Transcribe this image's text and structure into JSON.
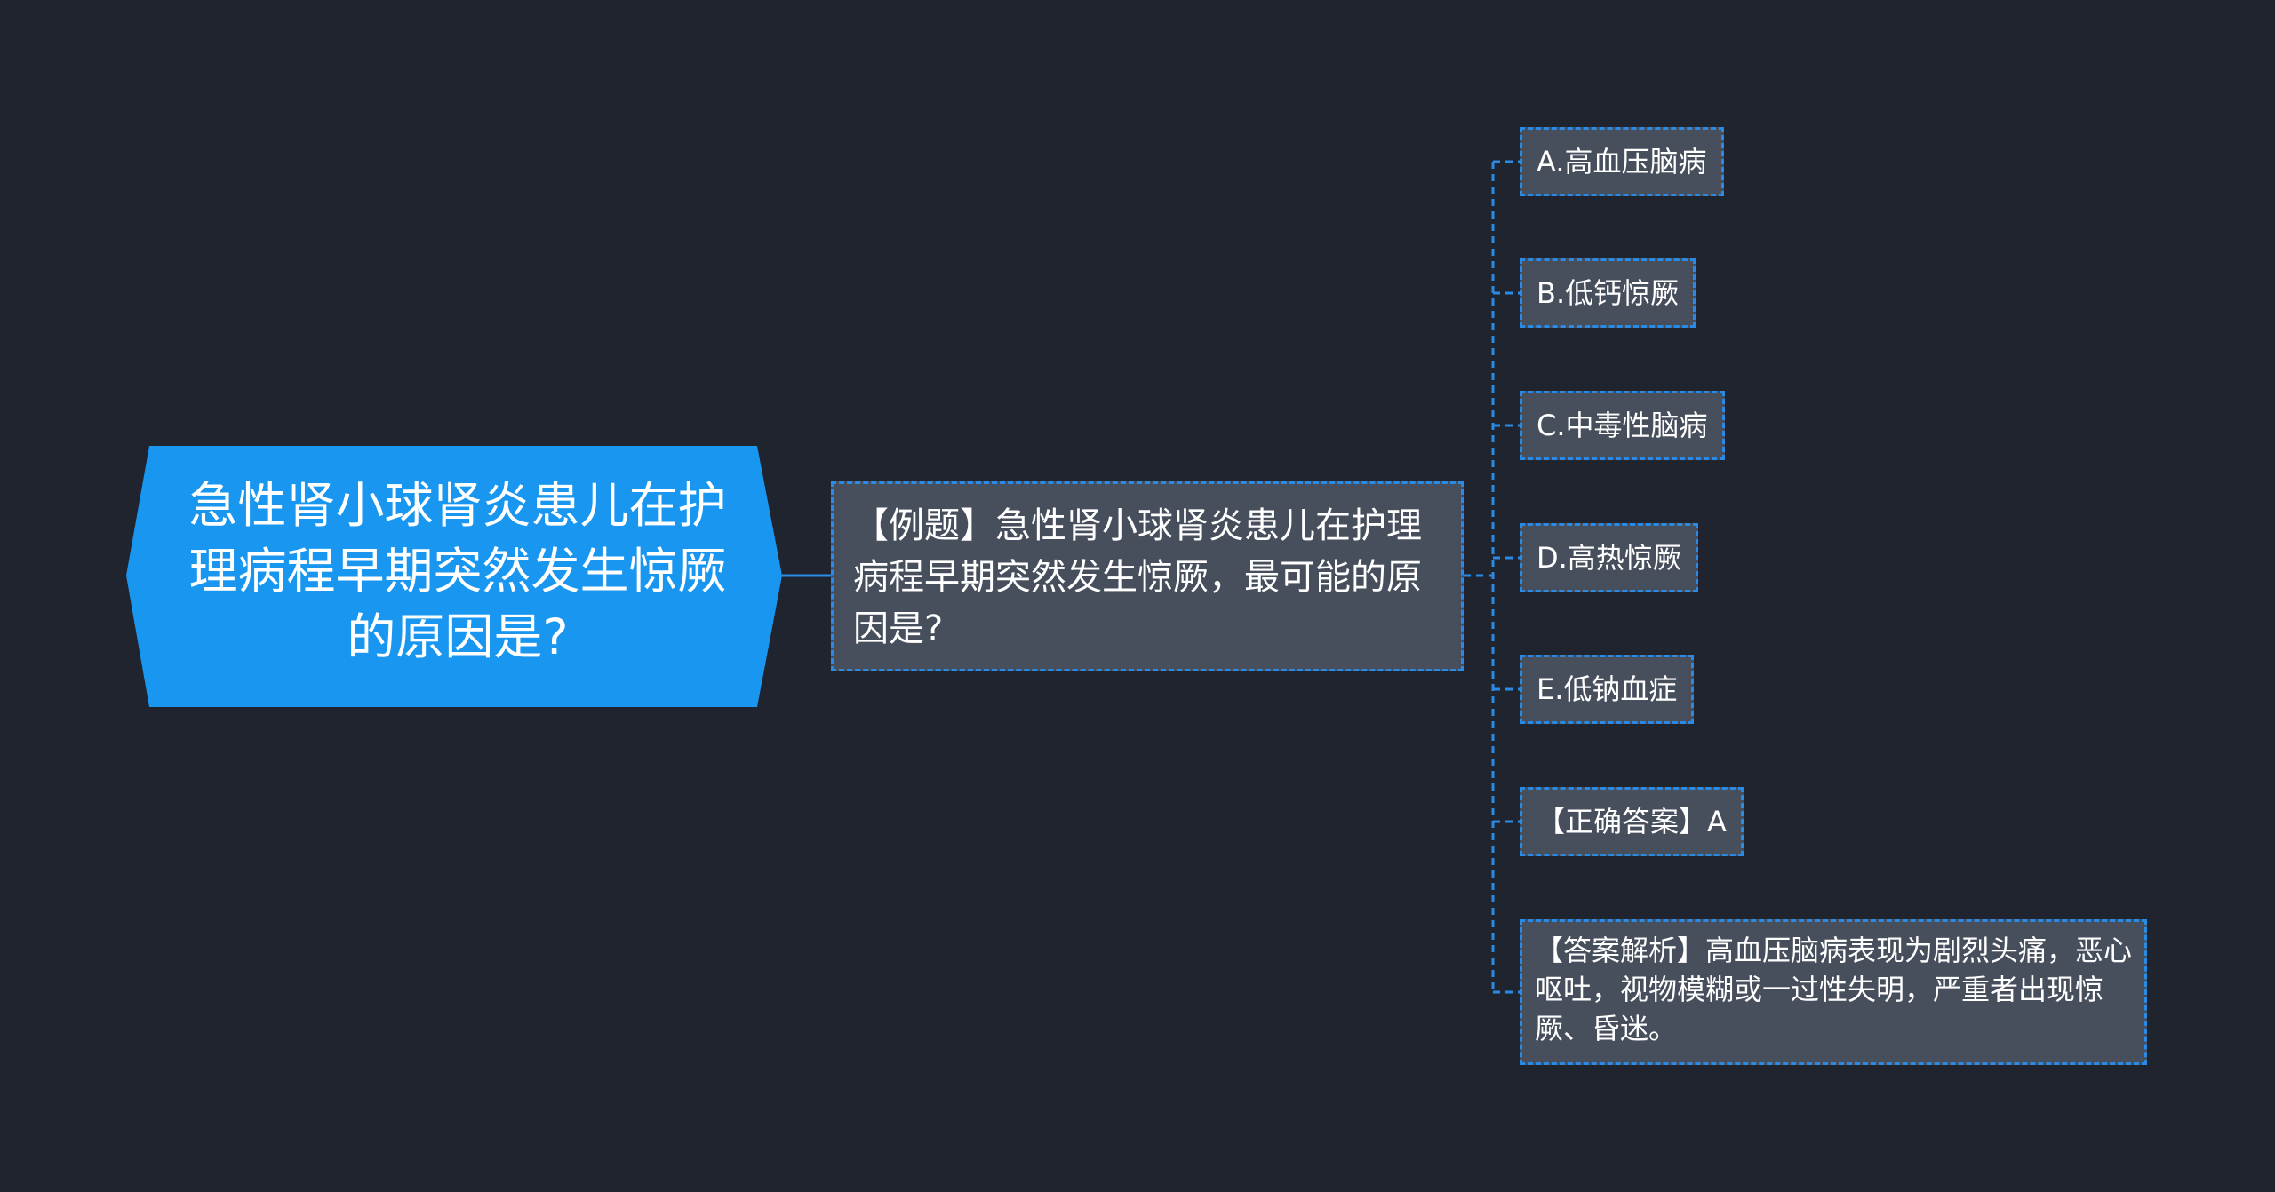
{
  "root": {
    "lines": [
      "急性肾小球肾炎患儿在护",
      "理病程早期突然发生惊厥",
      "的原因是?"
    ],
    "color": "#1997f0"
  },
  "question": {
    "text": "【例题】急性肾小球肾炎患儿在护理病程早期突然发生惊厥，最可能的原因是?"
  },
  "options": [
    {
      "label": "A.高血压脑病"
    },
    {
      "label": "B.低钙惊厥"
    },
    {
      "label": "C.中毒性脑病"
    },
    {
      "label": "D.高热惊厥"
    },
    {
      "label": "E.低钠血症"
    },
    {
      "label": "【正确答案】A"
    },
    {
      "label": "【答案解析】高血压脑病表现为剧烈头痛，恶心呕吐，视物模糊或一过性失明，严重者出现惊厥、昏迷。"
    }
  ],
  "colors": {
    "background": "#20242f",
    "node_fill": "#474e5c",
    "connector": "#2a8be6"
  }
}
